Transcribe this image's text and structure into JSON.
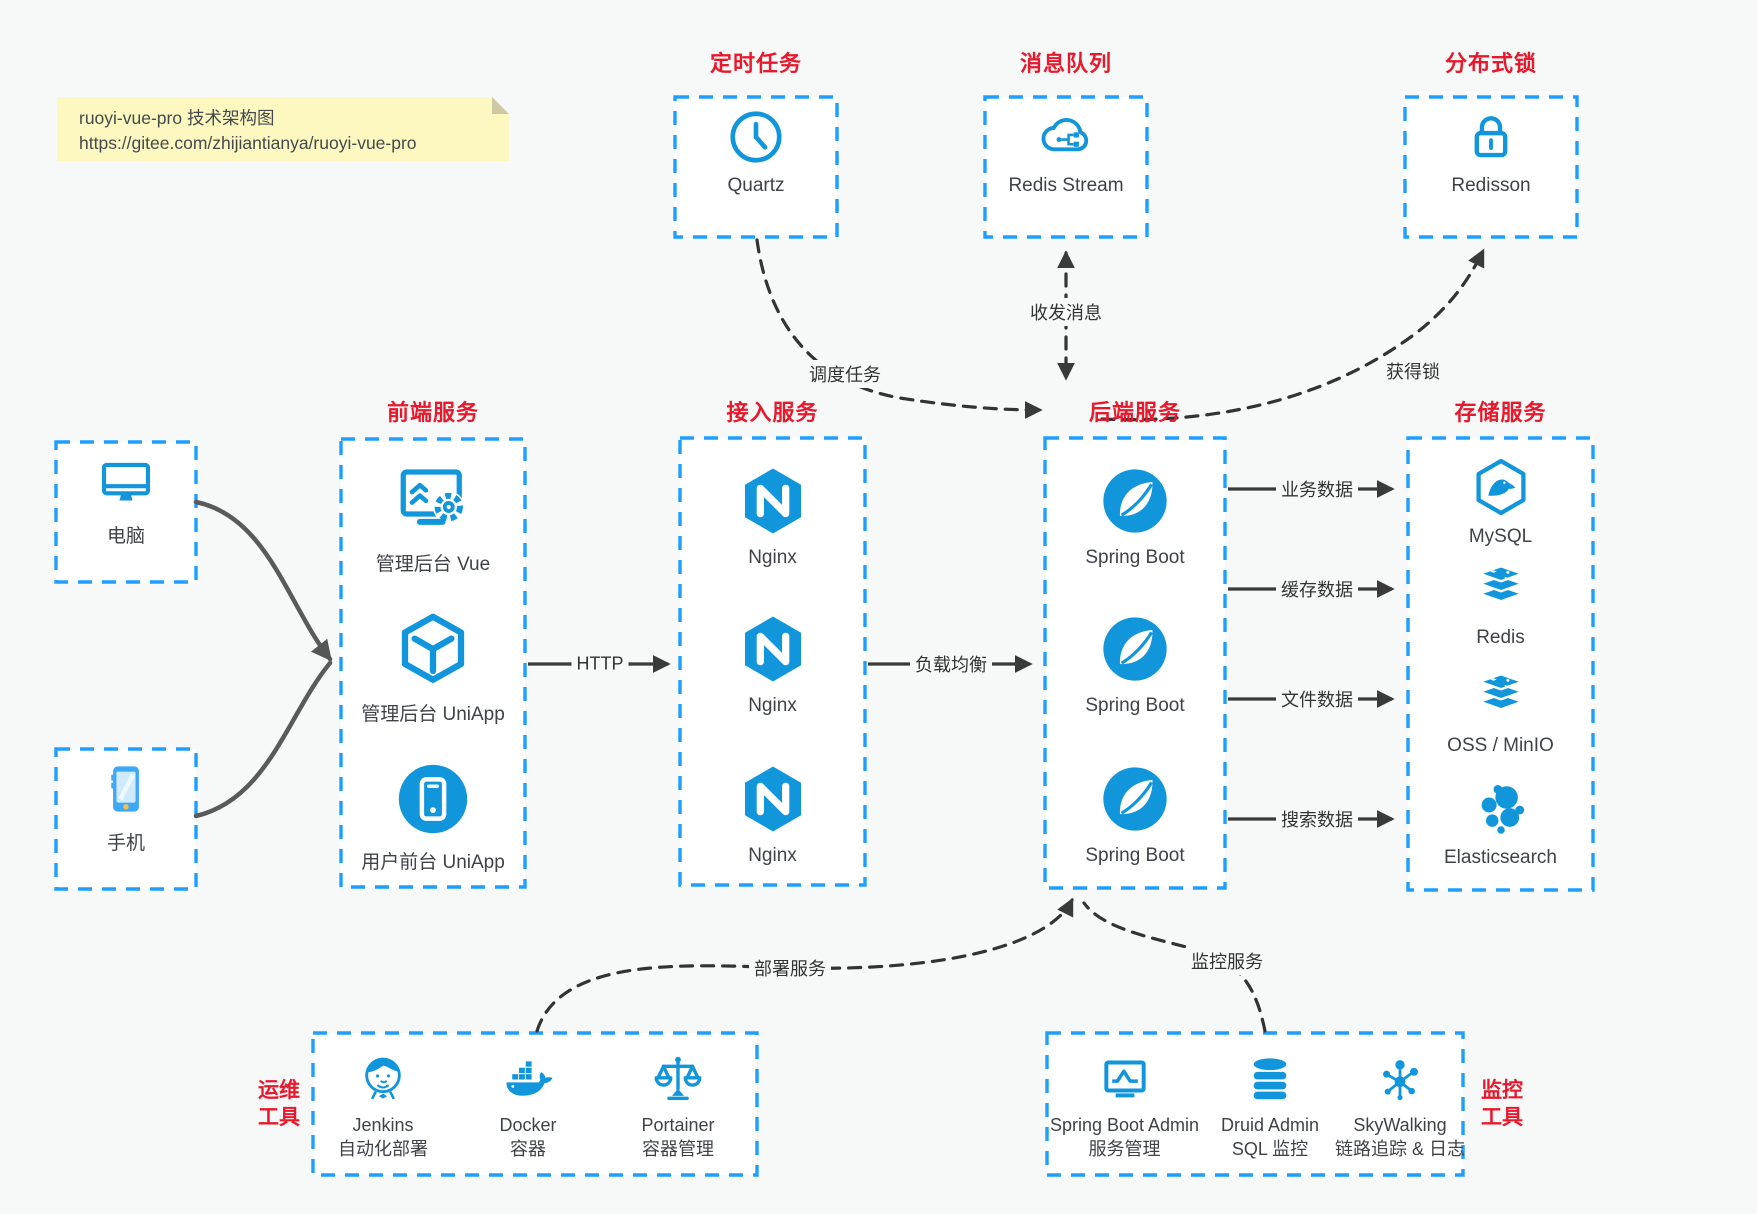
{
  "note": {
    "line1": "ruoyi-vue-pro 技术架构图",
    "line2": "https://gitee.com/zhijiantianya/ruoyi-vue-pro"
  },
  "colors": {
    "accent_blue": "#1296db",
    "dash_blue": "#1e9fff",
    "title_red": "#e8192c",
    "note_bg": "#fcf8c0",
    "arrow_dark": "#3a3a3a",
    "arrow_gray": "#5a5a5a"
  },
  "top_groups": [
    {
      "title": "定时任务",
      "item": {
        "label": "Quartz",
        "icon": "clock-icon"
      }
    },
    {
      "title": "消息队列",
      "item": {
        "label": "Redis Stream",
        "icon": "cloud-stream-icon"
      }
    },
    {
      "title": "分布式锁",
      "item": {
        "label": "Redisson",
        "icon": "lock-icon"
      }
    }
  ],
  "clients": [
    {
      "label": "电脑",
      "icon": "desktop-icon"
    },
    {
      "label": "手机",
      "icon": "phone-icon"
    }
  ],
  "frontend": {
    "title": "前端服务",
    "items": [
      {
        "label": "管理后台 Vue",
        "icon": "admin-vue-icon"
      },
      {
        "label": "管理后台 UniApp",
        "icon": "uniapp-cube-icon"
      },
      {
        "label": "用户前台 UniApp",
        "icon": "user-app-icon"
      }
    ]
  },
  "gateway": {
    "title": "接入服务",
    "items": [
      {
        "label": "Nginx",
        "icon": "nginx-icon"
      },
      {
        "label": "Nginx",
        "icon": "nginx-icon"
      },
      {
        "label": "Nginx",
        "icon": "nginx-icon"
      }
    ]
  },
  "backend": {
    "title": "后端服务",
    "items": [
      {
        "label": "Spring Boot",
        "icon": "spring-icon"
      },
      {
        "label": "Spring Boot",
        "icon": "spring-icon"
      },
      {
        "label": "Spring Boot",
        "icon": "spring-icon"
      }
    ]
  },
  "storage": {
    "title": "存储服务",
    "items": [
      {
        "label": "MySQL",
        "icon": "mysql-icon"
      },
      {
        "label": "Redis",
        "icon": "redis-stack-icon"
      },
      {
        "label": "OSS / MinIO",
        "icon": "oss-stack-icon"
      },
      {
        "label": "Elasticsearch",
        "icon": "elasticsearch-icon"
      }
    ]
  },
  "ops": {
    "title1": "运维",
    "title2": "工具",
    "items": [
      {
        "label": "Jenkins",
        "sub": "自动化部署",
        "icon": "jenkins-icon"
      },
      {
        "label": "Docker",
        "sub": "容器",
        "icon": "docker-icon"
      },
      {
        "label": "Portainer",
        "sub": "容器管理",
        "icon": "portainer-icon"
      }
    ]
  },
  "monitor": {
    "title1": "监控",
    "title2": "工具",
    "items": [
      {
        "label": "Spring Boot Admin",
        "sub": "服务管理",
        "icon": "sba-icon"
      },
      {
        "label": "Druid Admin",
        "sub": "SQL 监控",
        "icon": "druid-icon"
      },
      {
        "label": "SkyWalking",
        "sub": "链路追踪 & 日志",
        "icon": "skywalking-icon"
      }
    ]
  },
  "edges": {
    "http": "HTTP",
    "load_balance": "负载均衡",
    "biz_data": "业务数据",
    "cache_data": "缓存数据",
    "file_data": "文件数据",
    "search_data": "搜索数据",
    "schedule": "调度任务",
    "message": "收发消息",
    "lock": "获得锁",
    "deploy": "部署服务",
    "monitor": "监控服务"
  }
}
